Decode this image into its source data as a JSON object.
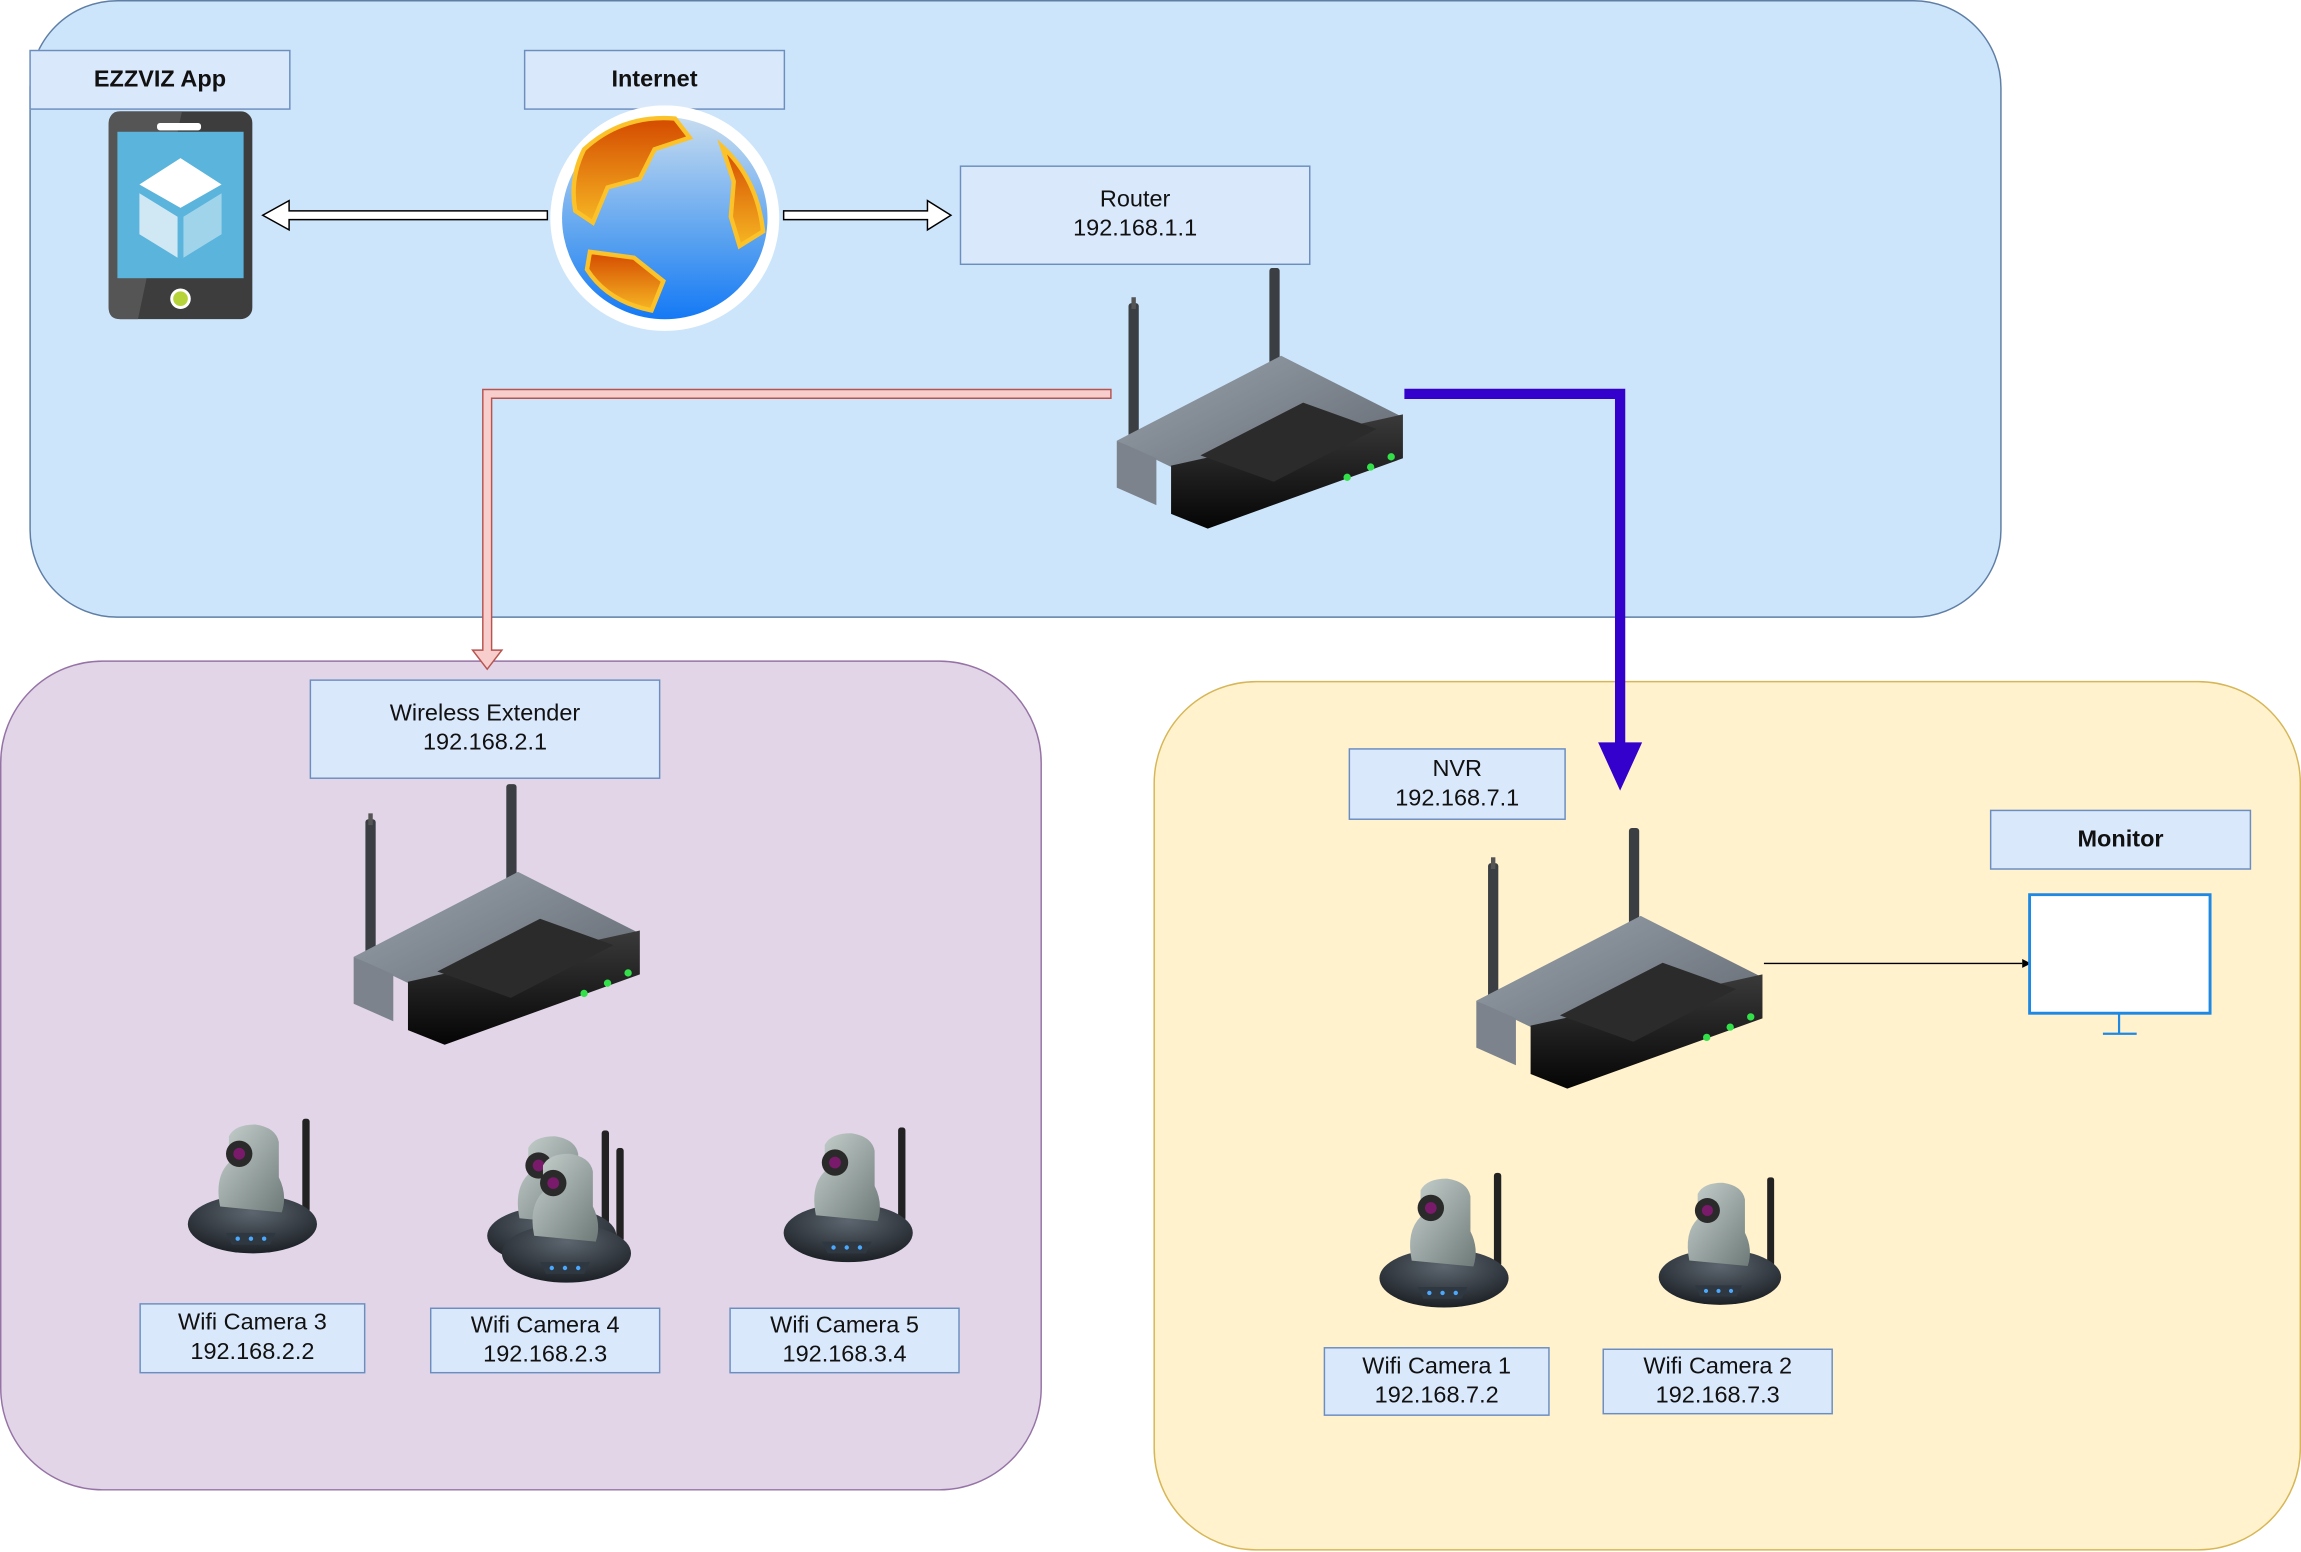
{
  "diagram": {
    "zones": [
      {
        "id": "internet-zone",
        "fill": "#cce5fb"
      },
      {
        "id": "extender-zone",
        "fill": "#e1d5e7"
      },
      {
        "id": "nvr-zone",
        "fill": "#fff2cc"
      }
    ],
    "nodes": {
      "app": {
        "title": "EZZVIZ App",
        "icon": "smartphone-icon"
      },
      "internet": {
        "title": "Internet",
        "icon": "globe-icon"
      },
      "router": {
        "title": "Router",
        "ip": "192.168.1.1",
        "icon": "wireless-router-icon"
      },
      "extender": {
        "title": "Wireless Extender",
        "ip": "192.168.2.1",
        "icon": "wireless-router-icon"
      },
      "nvr": {
        "title": "NVR",
        "ip": "192.168.7.1",
        "icon": "wireless-router-icon"
      },
      "monitor": {
        "title": "Monitor",
        "icon": "monitor-icon"
      },
      "camera3": {
        "title": "Wifi Camera 3",
        "ip": "192.168.2.2",
        "icon": "ip-camera-icon"
      },
      "camera4": {
        "title": "Wifi Camera 4",
        "ip": "192.168.2.3",
        "icon": "ip-camera-icon"
      },
      "camera5": {
        "title": "Wifi Camera 5",
        "ip": "192.168.3.4",
        "icon": "ip-camera-icon"
      },
      "camera1": {
        "title": "Wifi Camera 1",
        "ip": "192.168.7.2",
        "icon": "ip-camera-icon"
      },
      "camera2": {
        "title": "Wifi Camera 2",
        "ip": "192.168.7.3",
        "icon": "ip-camera-icon"
      }
    },
    "edges": [
      {
        "from": "internet",
        "to": "app",
        "style": "hollow-arrow",
        "color": "#000000"
      },
      {
        "from": "internet",
        "to": "router",
        "style": "hollow-arrow",
        "color": "#000000"
      },
      {
        "from": "router",
        "to": "extender",
        "style": "hollow-arrow",
        "color": "#f8cecc"
      },
      {
        "from": "router",
        "to": "nvr",
        "style": "thick-arrow",
        "color": "#3300cc"
      },
      {
        "from": "nvr",
        "to": "monitor",
        "style": "thin-arrow",
        "color": "#000000"
      }
    ]
  }
}
